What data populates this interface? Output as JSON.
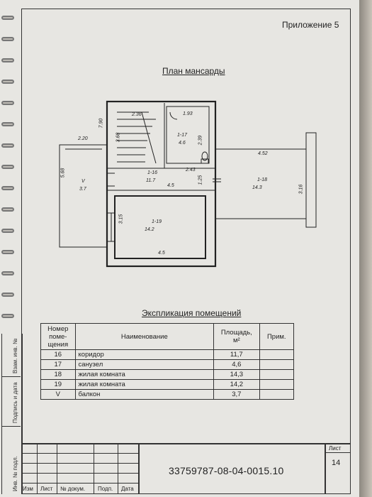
{
  "header": {
    "appendix": "Приложение 5"
  },
  "plan": {
    "title": "План мансарды",
    "labels": {
      "dim_236": "2.36",
      "dim_193": "1.93",
      "dim_790": "7.90",
      "dim_220": "2.20",
      "dim_368": "3.68",
      "room17_id": "1-17",
      "room17_area": "4.6",
      "dim_239": "2.39",
      "dim_452": "4.52",
      "dim_568": "5.68",
      "balcony_id": "V",
      "balcony_area": "3.7",
      "room16_id": "1-16",
      "room16_area": "11.7",
      "dim_243": "2.43",
      "dim_125": "1.25",
      "room18_id": "1-18",
      "room18_area": "14.3",
      "dim_316": "3.16",
      "dim_45a": "4.5",
      "dim_315": "3.15",
      "room19_id": "1-19",
      "room19_area": "14.2",
      "dim_45b": "4.5"
    }
  },
  "explication": {
    "title": "Экспликация помещений",
    "headers": {
      "number": "Номер поме-щения",
      "name": "Наименование",
      "area": "Площадь, м²",
      "note": "Прим."
    },
    "rows": [
      {
        "number": "16",
        "name": "коридор",
        "area": "11,7",
        "note": ""
      },
      {
        "number": "17",
        "name": "санузел",
        "area": "4,6",
        "note": ""
      },
      {
        "number": "18",
        "name": "жилая комната",
        "area": "14,3",
        "note": ""
      },
      {
        "number": "19",
        "name": "жилая комната",
        "area": "14,2",
        "note": ""
      },
      {
        "number": "V",
        "name": "балкон",
        "area": "3,7",
        "note": ""
      }
    ]
  },
  "stamp": {
    "doc_number": "33759787-08-04-0015.10",
    "sheet_label": "Лист",
    "sheet_number": "14",
    "columns": [
      "Изм",
      "Лист",
      "№ докум.",
      "Подп.",
      "Дата"
    ]
  },
  "side_strip": {
    "labels": [
      "Инв. № подл.",
      "Подпись и дата",
      "Взам. инв. №"
    ]
  }
}
